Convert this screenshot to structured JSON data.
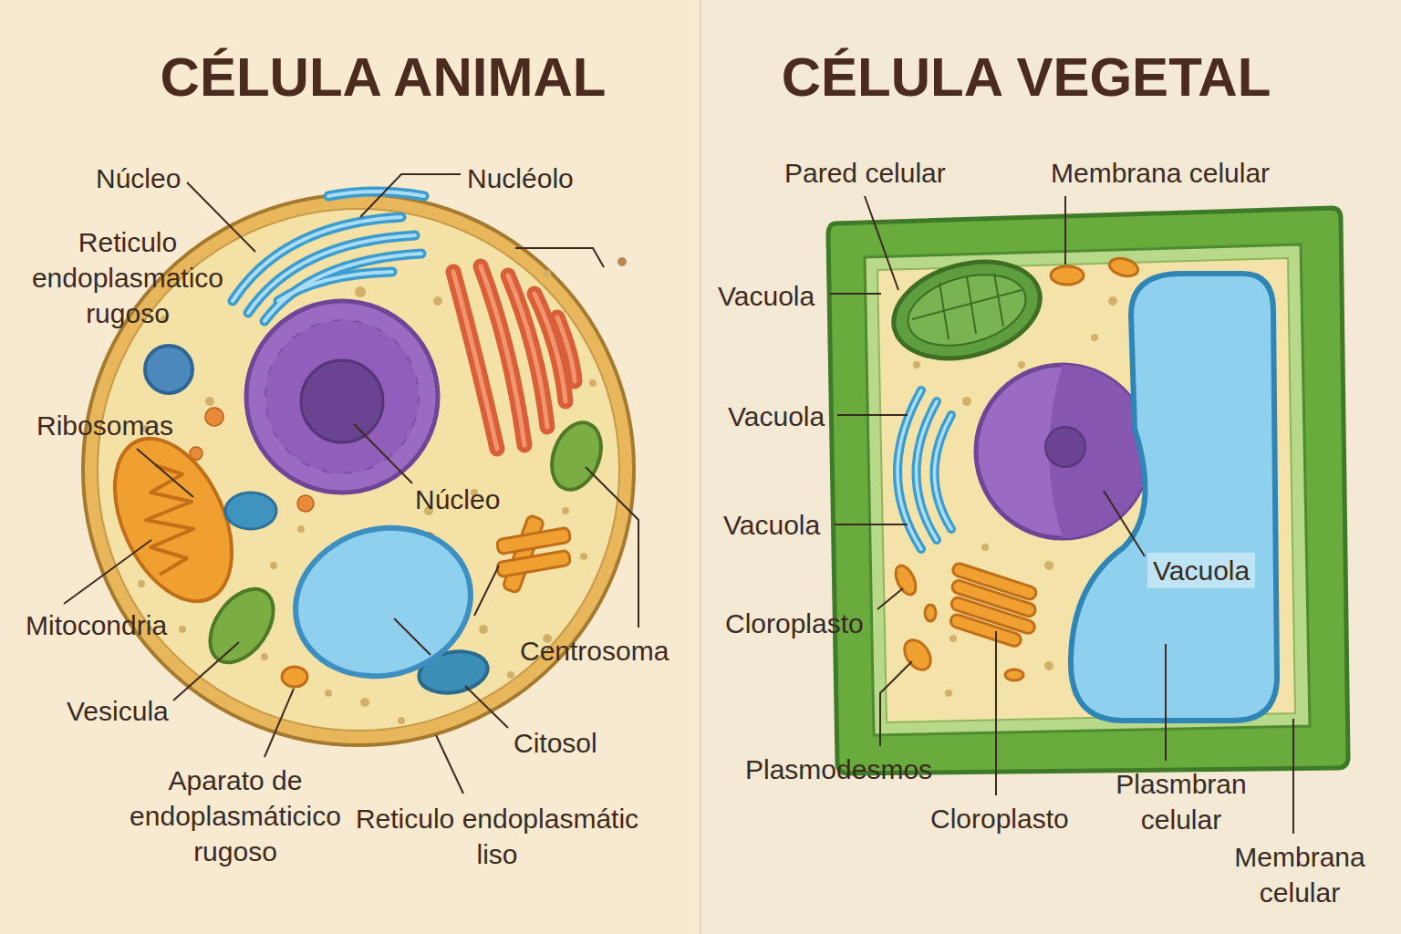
{
  "diagram": {
    "nodes": [
      {
        "text": [
          "CÉLULA ANIMAL"
        ]
      },
      {
        "text": [
          "CÉLULA VEGETAL"
        ]
      }
    ],
    "labels": [
      "Núcleo",
      "Nucléolo",
      "Reticulo endoplasmatico rugoso",
      "Ribosomas",
      "Núcleo",
      "Mitocondria",
      "Centrosoma",
      "Vesicula",
      "Citosol",
      "Aparato de endoplasmáticico rugoso",
      "Reticulo endoplasmátic liso",
      "Pared celular",
      "Membrana celular",
      "Vacuola",
      "Vacuola",
      "Vacuola",
      "Vacuola",
      "Cloroplasto",
      "Plasmodesmos",
      "Cloroplasto",
      "Plasmbran celular",
      "Membrana celular"
    ]
  }
}
